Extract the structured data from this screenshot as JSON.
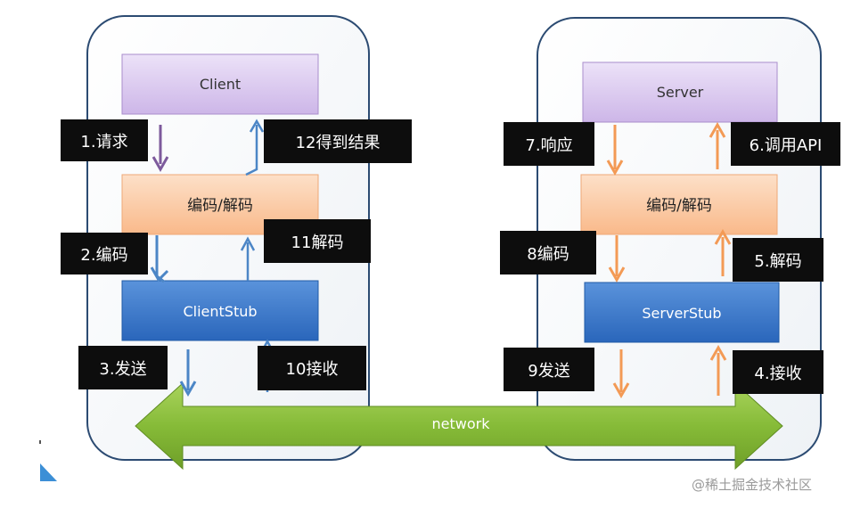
{
  "client_side": {
    "client": "Client",
    "codec": "编码/解码",
    "stub": "ClientStub"
  },
  "server_side": {
    "server": "Server",
    "codec": "编码/解码",
    "stub": "ServerStub"
  },
  "network": "network",
  "steps": {
    "s1": "1.请求",
    "s2": "2.编码",
    "s3": "3.发送",
    "s4": "4.接收",
    "s5": "5.解码",
    "s6": "6.调用API",
    "s7": "7.响应",
    "s8": "8编码",
    "s9": "9发送",
    "s10": "10接收",
    "s11": "11解码",
    "s12": "12得到结果"
  },
  "watermark": "@稀土掘金技术社区",
  "colors": {
    "client_box": "#d9c6ee",
    "codec_box": "#fbc79f",
    "stub_box": "#3c7ccf",
    "network_arrow": "#8cbe3c",
    "arrow_purple": "#7d5a9c",
    "arrow_blue": "#4c86c6",
    "arrow_orange": "#f39a55",
    "label_bg": "#0d0d0d"
  }
}
